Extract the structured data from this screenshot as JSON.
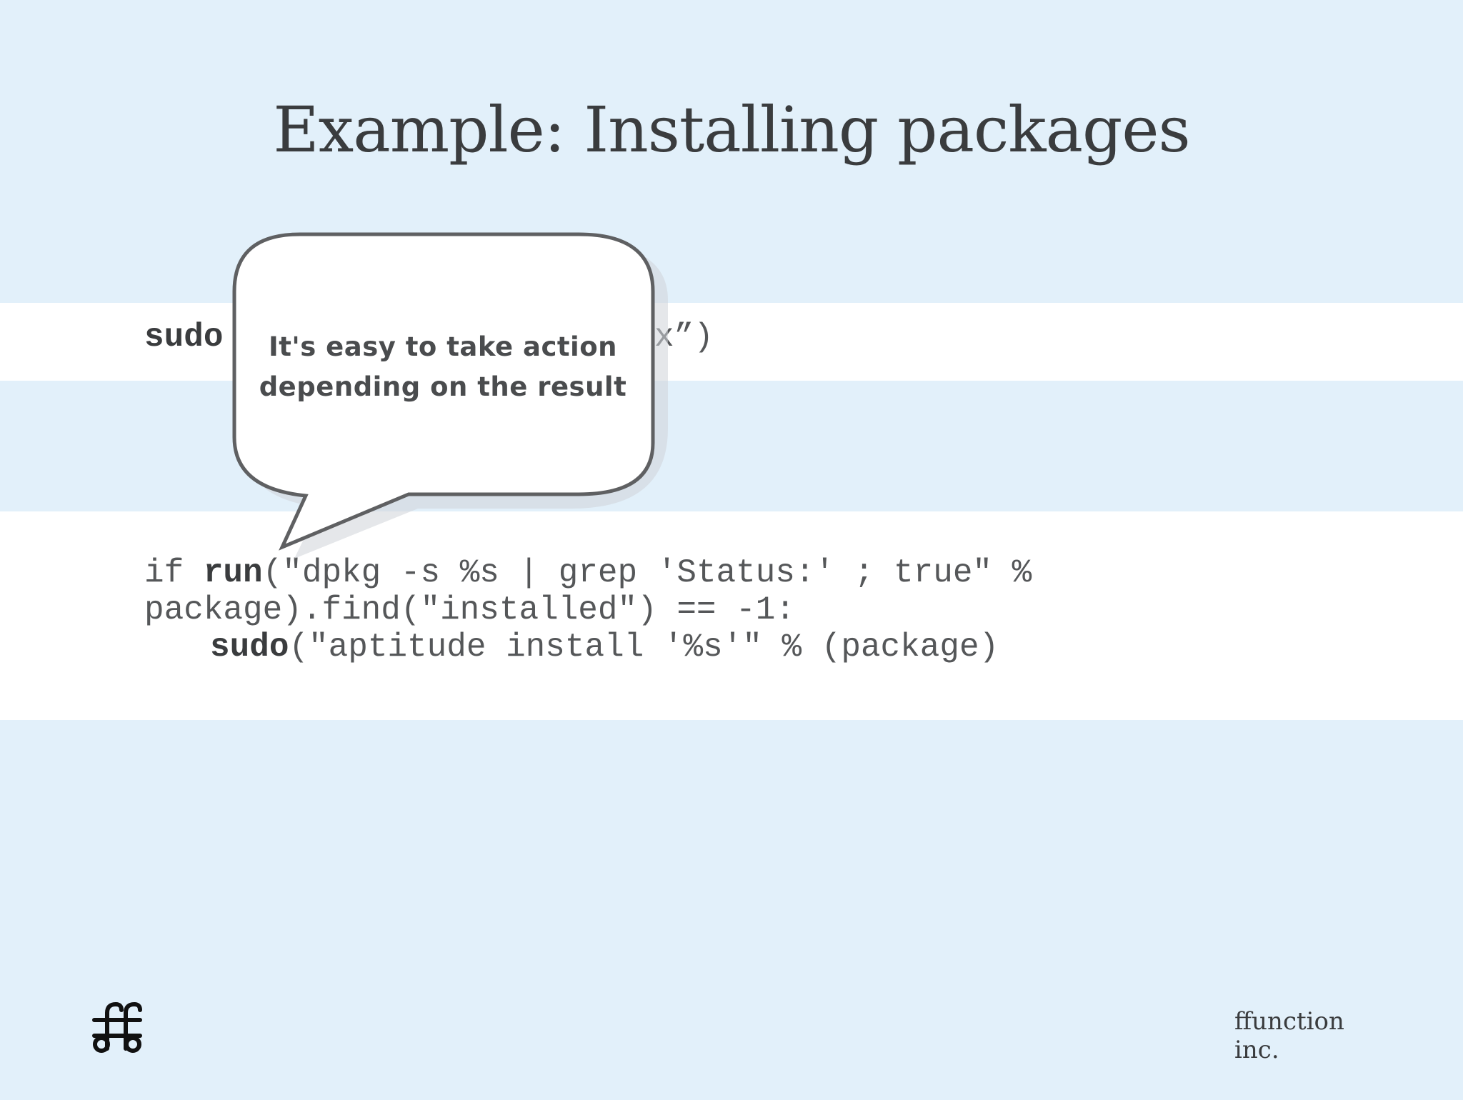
{
  "slide": {
    "title": "Example: Installing packages"
  },
  "code": {
    "line1": {
      "keyword": "sudo",
      "rest": "",
      "visible_tail": "nx”)"
    },
    "block": {
      "line1_pre": "if ",
      "line1_kw": "run",
      "line1_rest": "(\"dpkg -s %s | grep 'Status:' ; true\" %",
      "line2": "package).find(\"installed\") == -1:",
      "line3_kw": "sudo",
      "line3_rest": "(\"aptitude install '%s'\" % (package)"
    }
  },
  "callout": {
    "line1": "It's easy to take action",
    "line2": "depending on the result"
  },
  "footer": {
    "logo_icon": "ff-ligature-logo-icon",
    "brand_line1": "ffunction",
    "brand_line2": "inc."
  },
  "colors": {
    "background": "#e2f0fa",
    "band": "#ffffff",
    "bubble_stroke": "#5f6062",
    "text": "#3a3c3e"
  }
}
